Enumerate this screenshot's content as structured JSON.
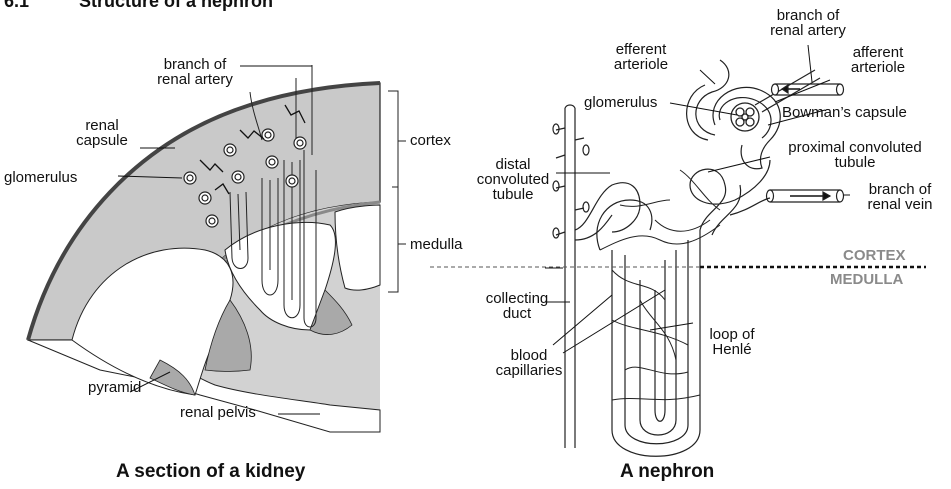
{
  "heading": {
    "number": "6.1",
    "title": "Structure of a nephron"
  },
  "kidney": {
    "caption": "A section of a kidney",
    "labels": {
      "branch_renal_artery": "branch of\nrenal artery",
      "renal_capsule": "renal\ncapsule",
      "glomerulus": "glomerulus",
      "cortex": "cortex",
      "medulla": "medulla",
      "pyramid": "pyramid",
      "renal_pelvis": "renal pelvis"
    }
  },
  "nephron": {
    "caption": "A nephron",
    "labels": {
      "branch_renal_artery": "branch of\nrenal artery",
      "efferent_arteriole": "efferent\narteriole",
      "afferent_arteriole": "afferent\narteriole",
      "glomerulus": "glomerulus",
      "bowmans_capsule": "Bowman’s capsule",
      "proximal_tubule": "proximal convoluted\ntubule",
      "distal_tubule": "distal\nconvoluted\ntubule",
      "branch_renal_vein": "branch of\nrenal vein",
      "cortex_zone": "CORTEX",
      "medulla_zone": "MEDULLA",
      "collecting_duct": "collecting\nduct",
      "blood_capillaries": "blood\ncapillaries",
      "loop_of_henle": "loop of\nHenlé"
    }
  },
  "colors": {
    "cortex_fill": "#c9c9c9",
    "medulla_fill": "#a9a9a9",
    "zone_text": "#8a8a8a"
  }
}
